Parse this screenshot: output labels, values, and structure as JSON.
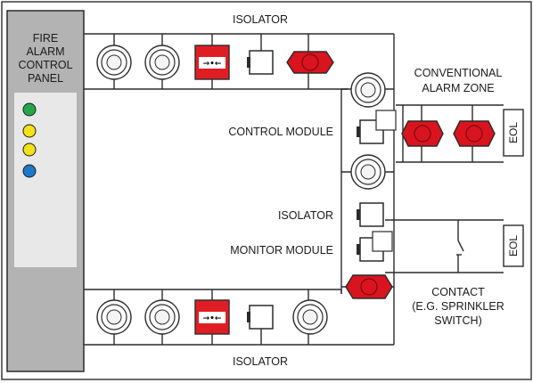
{
  "panel": {
    "title_lines": [
      "FIRE",
      "ALARM",
      "CONTROL",
      "PANEL"
    ],
    "indicators": [
      {
        "name": "green-led",
        "color": "#22a84a"
      },
      {
        "name": "yellow-led",
        "color": "#f2e21a"
      },
      {
        "name": "yellow-led",
        "color": "#f2e21a"
      },
      {
        "name": "blue-led",
        "color": "#1e78c8"
      }
    ]
  },
  "labels": {
    "isolator_top": "ISOLATOR",
    "isolator_bottom": "ISOLATOR",
    "isolator_right": "ISOLATOR",
    "control_module": "CONTROL MODULE",
    "monitor_module": "MONITOR MODULE",
    "conventional_zone": [
      "CONVENTIONAL",
      "ALARM ZONE"
    ],
    "contact": [
      "CONTACT",
      "(E.G. SPRINKLER",
      "SWITCH)"
    ],
    "eol_top": "EOL",
    "eol_bottom": "EOL"
  },
  "colors": {
    "panel_bg": "#b3b3b3",
    "panel_inner": "#e8e8e8",
    "sounder_red": "#d9141e",
    "call_point_red": "#e11d24",
    "wire": "#2b2b2b"
  }
}
